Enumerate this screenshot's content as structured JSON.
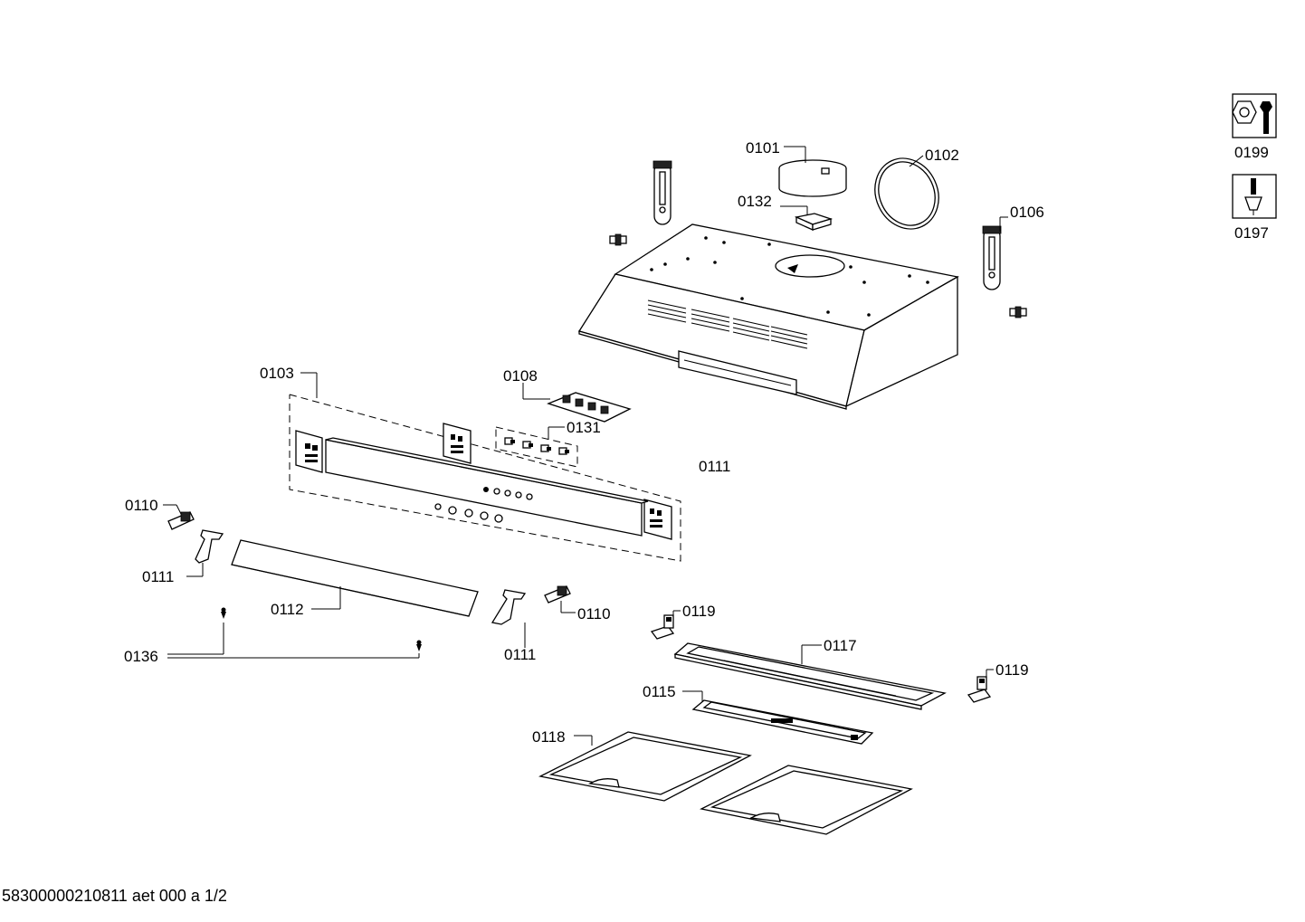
{
  "labels": {
    "p0101": "0101",
    "p0102": "0102",
    "p0132": "0132",
    "p0106": "0106",
    "p0103": "0103",
    "p0108": "0108",
    "p0131": "0131",
    "p0111_main": "0111",
    "p0110_left": "0110",
    "p0111_left": "0111",
    "p0112": "0112",
    "p0110_right": "0110",
    "p0111_right": "0111",
    "p0136": "0136",
    "p0119_top": "0119",
    "p0117": "0117",
    "p0119_right": "0119",
    "p0115": "0115",
    "p0118": "0118"
  },
  "tools": {
    "tool_0199": "0199",
    "tool_0197": "0197"
  },
  "footer": "58300000210811 aet 000 a 1/2"
}
